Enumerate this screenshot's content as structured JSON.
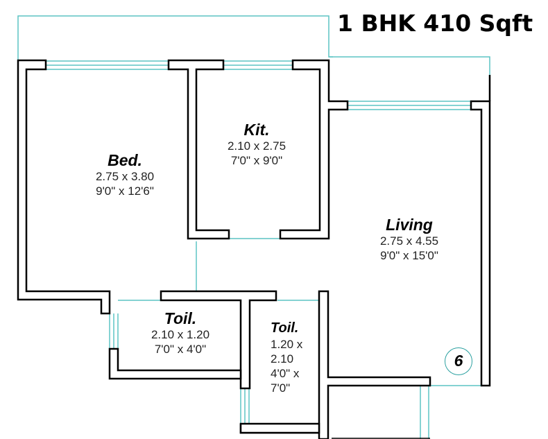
{
  "title": "1 BHK 410 Sqft",
  "colors": {
    "wall": "#000000",
    "window": "#5cc4c4",
    "outline": "#2aa0a0"
  },
  "rooms": {
    "bed": {
      "name": "Bed.",
      "metric": "2.75 x 3.80",
      "imperial": "9'0\" x 12'6\""
    },
    "kit": {
      "name": "Kit.",
      "metric": "2.10 x 2.75",
      "imperial": "7'0\" x 9'0\""
    },
    "living": {
      "name": "Living",
      "metric": "2.75 x 4.55",
      "imperial": "9'0\" x 15'0\""
    },
    "toil1": {
      "name": "Toil.",
      "metric": "2.10 x 1.20",
      "imperial": "7'0\" x 4'0\""
    },
    "toil2": {
      "name": "Toil.",
      "metric_line1": "1.20 x",
      "metric_line2": "2.10",
      "imperial_line1": "4'0\" x",
      "imperial_line2": "7'0\""
    }
  },
  "marker": {
    "label": "6"
  }
}
